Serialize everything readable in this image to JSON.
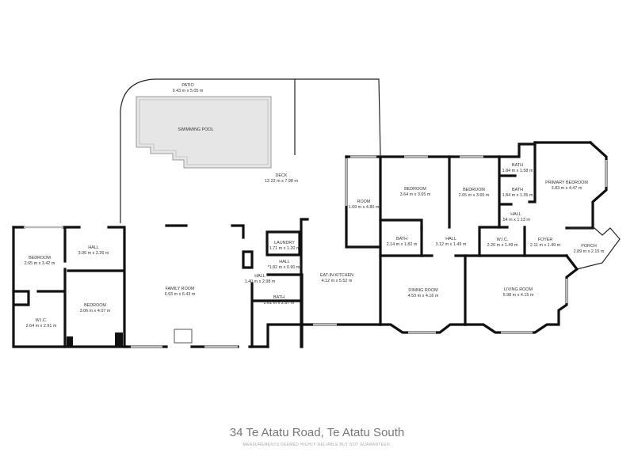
{
  "address": "34 Te Atatu Road, Te Atatu South",
  "disclaimer": "MEASUREMENTS DEEMED HIGHLY RELIABLE BUT NOT GUARANTEED.",
  "rooms": {
    "patio": {
      "name": "PATIO",
      "size": "9.43 m x 5.05 m"
    },
    "pool": {
      "name": "SWIMMING POOL"
    },
    "deck": {
      "name": "DECK",
      "size": "12.22 m x 7.98 m"
    },
    "bedroom_w1": {
      "name": "BEDROOM",
      "size": "2.65 m x 3.42 m"
    },
    "hall_w": {
      "name": "HALL",
      "size": "3.06 m x 2.26 m"
    },
    "wic_w": {
      "name": "W.I.C.",
      "size": "2.64 m x 2.91 m"
    },
    "bedroom_w2": {
      "name": "BEDROOM",
      "size": "3.06 m x 4.07 m"
    },
    "family": {
      "name": "FAMILY ROOM",
      "size": "6.93 m x 6.43 m"
    },
    "laundry": {
      "name": "LAUNDRY",
      "size": "1.71 m x 1.20 m"
    },
    "hall_l": {
      "name": "HALL",
      "size": "*1.82 m x 0.90 m*"
    },
    "hall_s": {
      "name": "HALL",
      "size": "1.40 m x 2.98 m"
    },
    "bath_s": {
      "name": "BATH",
      "size": "2.61 m x 2.57 m"
    },
    "kitchen": {
      "name": "EAT-IN KITCHEN",
      "size": "4.12 m x 5.52 m"
    },
    "room": {
      "name": "ROOM",
      "size": "1.69 m x 4.80 m"
    },
    "bedroom_e1": {
      "name": "BEDROOM",
      "size": "3.64 m x 3.65 m"
    },
    "bedroom_e2": {
      "name": "BEDROOM",
      "size": "2.65 m x 3.65 m"
    },
    "bath_e1": {
      "name": "BATH",
      "size": "1.84 m x 1.58 m"
    },
    "bath_e2": {
      "name": "BATH",
      "size": "1.84 m x 1.35 m"
    },
    "primary": {
      "name": "PRIMARY BEDROOM",
      "size": "3.83 m x 4.47 m"
    },
    "hall_e": {
      "name": "HALL",
      "size": ".54 m x 1.13 m"
    },
    "bath_e3": {
      "name": "BATH",
      "size": "2.14 m x 1.82 m"
    },
    "hall_c": {
      "name": "HALL",
      "size": "3.12 m x 1.49 m"
    },
    "wic_e": {
      "name": "W.I.C.",
      "size": "2.26 m x 1.49 m"
    },
    "foyer": {
      "name": "FOYER",
      "size": "2.11 m x 1.49 m"
    },
    "porch": {
      "name": "PORCH",
      "size": "2.89 m x 2.15 m"
    },
    "dining": {
      "name": "DINING ROOM",
      "size": "4.53 m x 4.16 m"
    },
    "living": {
      "name": "LIVING ROOM",
      "size": "5.98 m x 4.15 m"
    }
  }
}
